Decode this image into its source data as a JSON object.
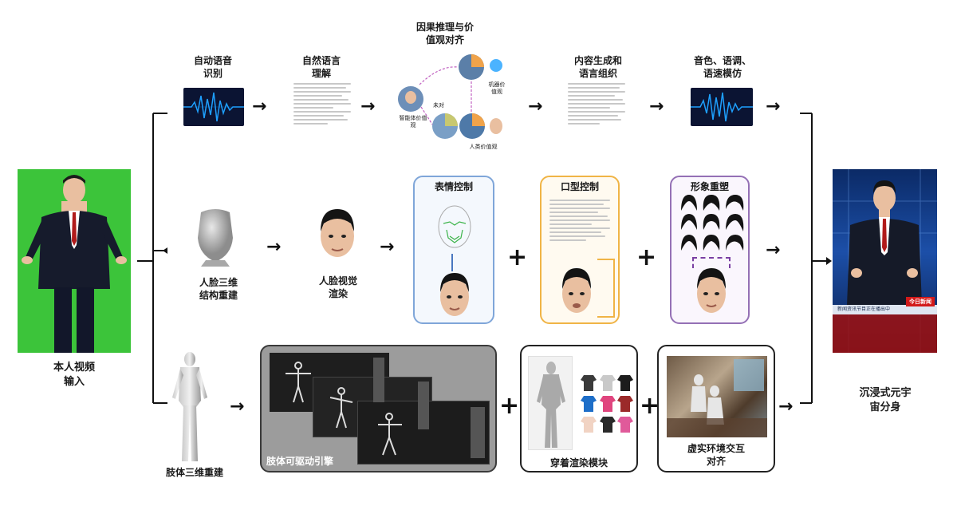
{
  "input": {
    "label": "本人视频\n输入"
  },
  "output": {
    "label": "沉浸式元宇\n宙分身",
    "badge": "今日新闻",
    "ticker": "新闻资讯节目正在播出中"
  },
  "row1": {
    "asr": "自动语音\n识别",
    "nlu": "自然语言\n理解",
    "causal": "因果推理与价\n值观对齐",
    "causal_nodes": {
      "human_view": "人类价值观",
      "machine_view": "机器价值观",
      "agent_view": "智能体价值观",
      "undecided": "未对"
    },
    "gen": "内容生成和\n语言组织",
    "tts": "音色、语调、\n语速模仿"
  },
  "row2": {
    "face3d": "人脸三维\n结构重建",
    "render": "人脸视觉\n渲染",
    "expr": "表情控制",
    "lip": "口型控制",
    "style": "形象重塑"
  },
  "row3": {
    "body3d": "肢体三维重建",
    "engine": "肢体可驱动引擎",
    "cloth": "穿着渲染模块",
    "env": "虚实环境交互\n对齐"
  },
  "colors": {
    "green_screen": "#3cc43a",
    "expr_border": "#7fa6d9",
    "lip_border": "#f0b446",
    "style_border": "#9470b5",
    "wave": "#1ea0ff"
  }
}
